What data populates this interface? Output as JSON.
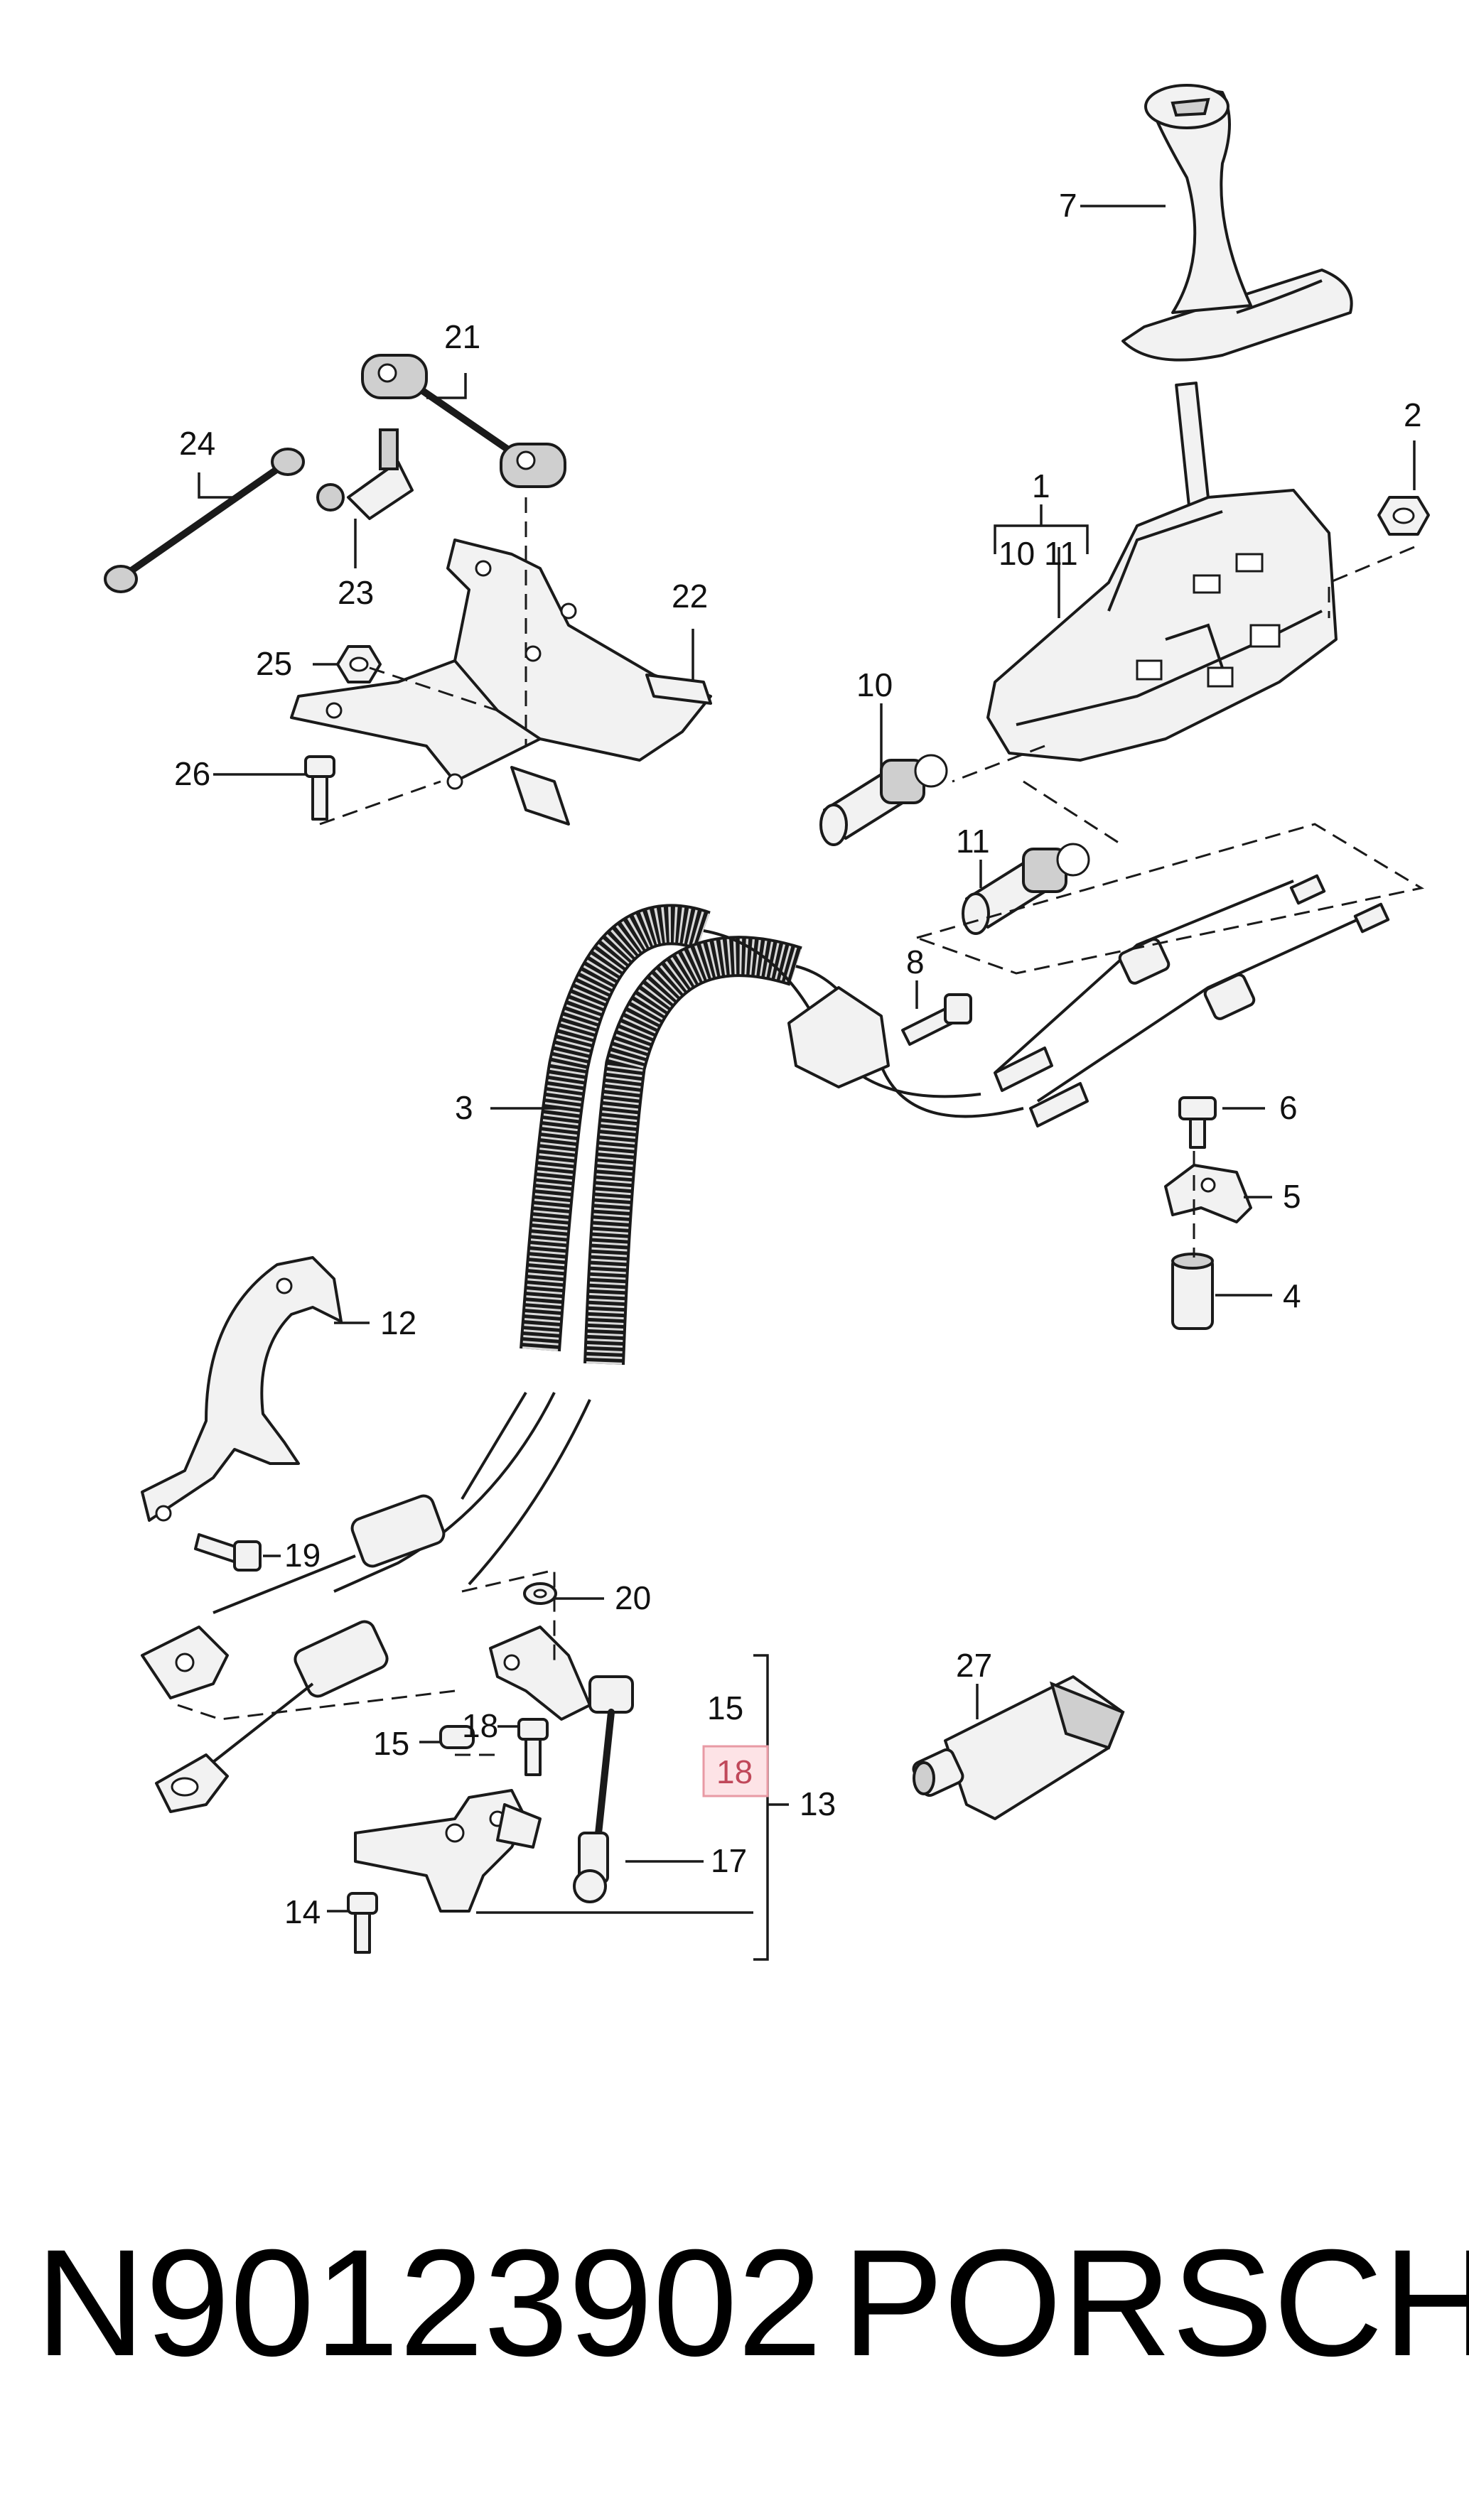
{
  "callouts": {
    "c1": "1",
    "c10_11": "10 11",
    "c2": "2",
    "c3": "3",
    "c4": "4",
    "c5": "5",
    "c6": "6",
    "c7": "7",
    "c8": "8",
    "c10": "10",
    "c11": "11",
    "c12": "12",
    "c13": "13",
    "c14": "14",
    "c15a": "15",
    "c15b": "15",
    "c17": "17",
    "c18a": "18",
    "c18b": "18",
    "c19": "19",
    "c20": "20",
    "c21": "21",
    "c22": "22",
    "c23": "23",
    "c24": "24",
    "c25": "25",
    "c26": "26",
    "c27": "27"
  },
  "highlight": {
    "label": "18",
    "color": "#fde3e6"
  },
  "footer": {
    "part_number": "N90123902",
    "brand": "PORSCHE"
  }
}
